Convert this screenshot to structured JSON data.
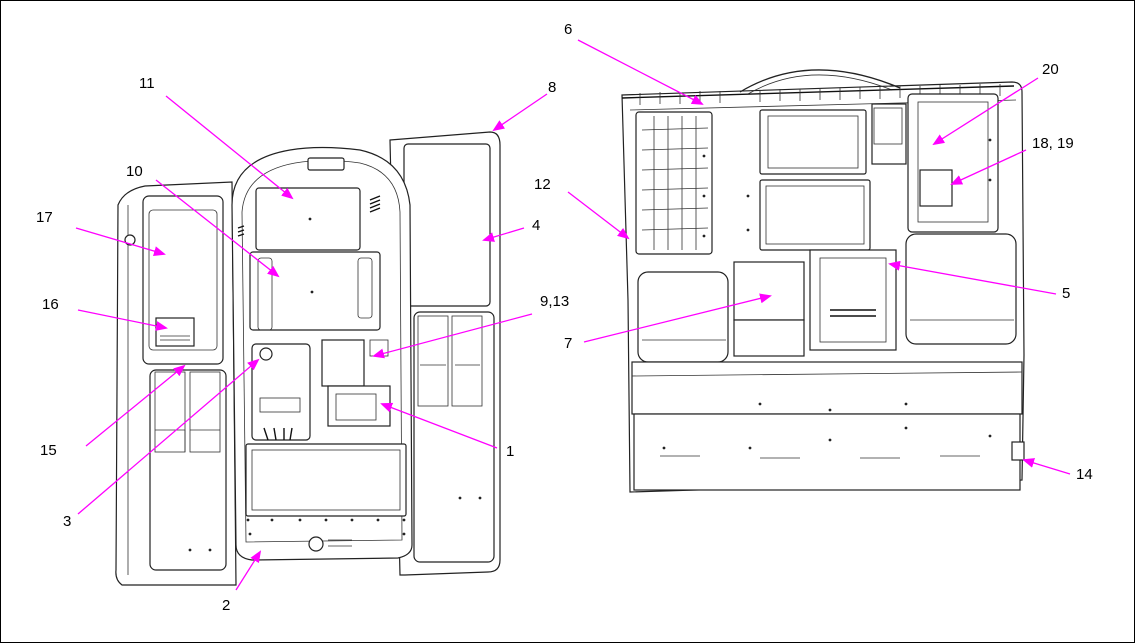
{
  "figure": {
    "accent_color": "#ff00ff",
    "callouts": [
      {
        "id": "c1",
        "text": "1"
      },
      {
        "id": "c2",
        "text": "2"
      },
      {
        "id": "c3",
        "text": "3"
      },
      {
        "id": "c4",
        "text": "4"
      },
      {
        "id": "c5",
        "text": "5"
      },
      {
        "id": "c6",
        "text": "6"
      },
      {
        "id": "c7",
        "text": "7"
      },
      {
        "id": "c8",
        "text": "8"
      },
      {
        "id": "c9_13",
        "text": "9,13"
      },
      {
        "id": "c10",
        "text": "10"
      },
      {
        "id": "c11",
        "text": "11"
      },
      {
        "id": "c12",
        "text": "12"
      },
      {
        "id": "c14",
        "text": "14"
      },
      {
        "id": "c15",
        "text": "15"
      },
      {
        "id": "c16",
        "text": "16"
      },
      {
        "id": "c17",
        "text": "17"
      },
      {
        "id": "c18_19",
        "text": "18, 19"
      },
      {
        "id": "c20",
        "text": "20"
      }
    ]
  }
}
